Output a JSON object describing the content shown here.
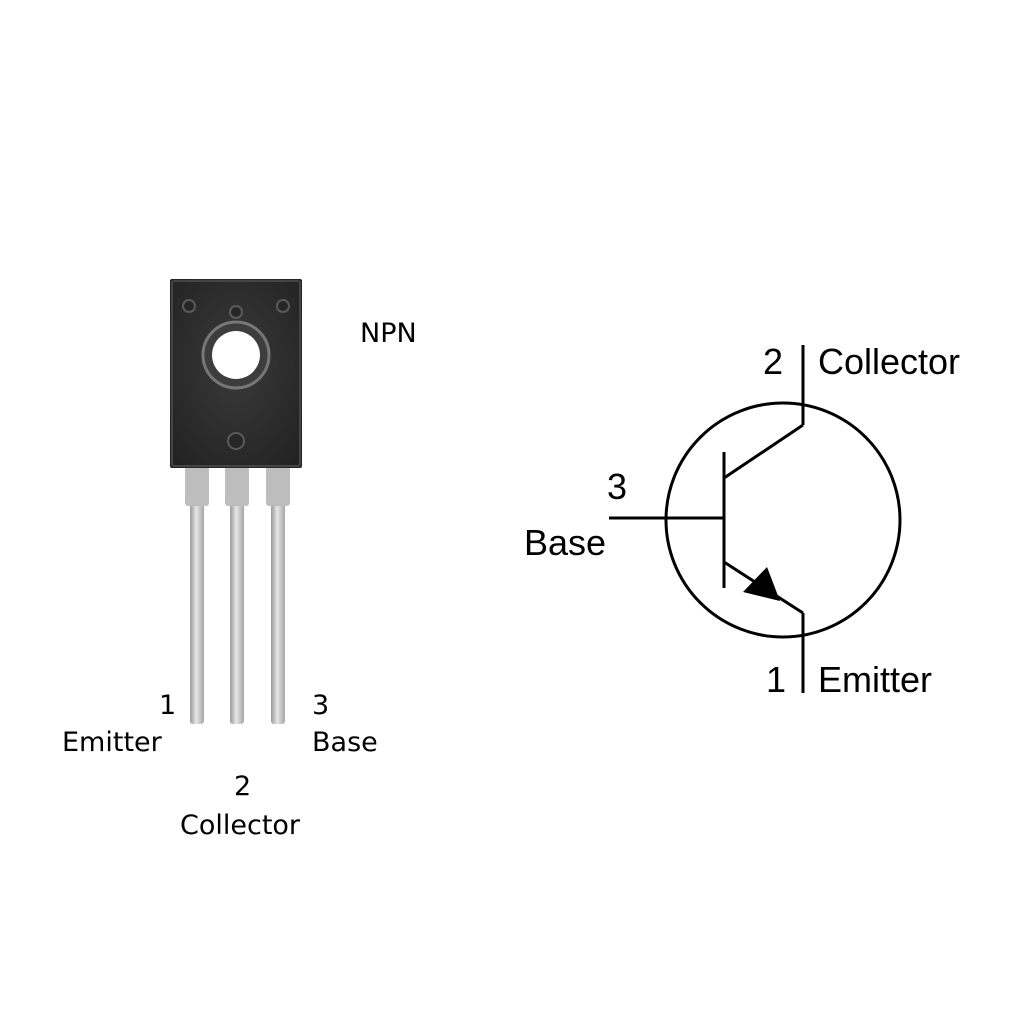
{
  "package": {
    "type_label": "NPN",
    "pins": [
      {
        "number": "1",
        "name": "Emitter"
      },
      {
        "number": "2",
        "name": "Collector"
      },
      {
        "number": "3",
        "name": "Base"
      }
    ]
  },
  "schematic": {
    "collector": {
      "number": "2",
      "name": "Collector"
    },
    "base": {
      "number": "3",
      "name": "Base"
    },
    "emitter": {
      "number": "1",
      "name": "Emitter"
    }
  },
  "colors": {
    "body": "#2b2b2b",
    "lead": "#c9c9c9",
    "line": "#000000"
  }
}
